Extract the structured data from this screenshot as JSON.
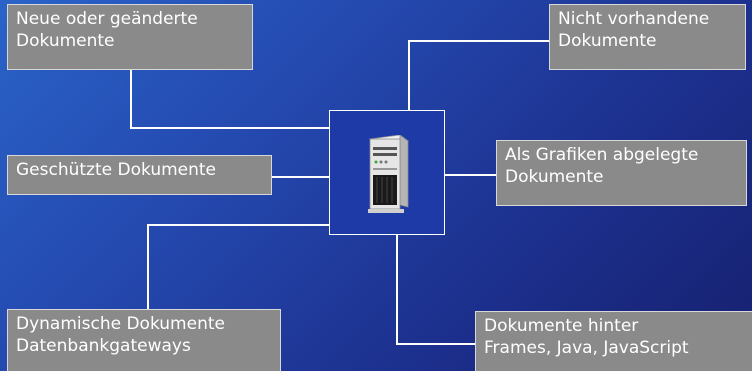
{
  "nodes": {
    "new_changed": {
      "line1": "Neue oder geänderte",
      "line2": "Dokumente"
    },
    "not_present": {
      "line1": "Nicht vorhandene",
      "line2": "Dokumente"
    },
    "protected": {
      "line1": "Geschützte Dokumente"
    },
    "graphics": {
      "line1": "Als Grafiken abgelegte",
      "line2": "Dokumente"
    },
    "dynamic": {
      "line1": "Dynamische Dokumente",
      "line2": "Datenbankgateways"
    },
    "behind_frames": {
      "line1": "Dokumente hinter",
      "line2": "Frames, Java, JavaScript"
    }
  },
  "center": {
    "icon": "server-tower-icon"
  },
  "colors": {
    "label_bg": "#8a8a8a",
    "center_bg": "#1e3aa6",
    "connector": "#ffffff"
  }
}
